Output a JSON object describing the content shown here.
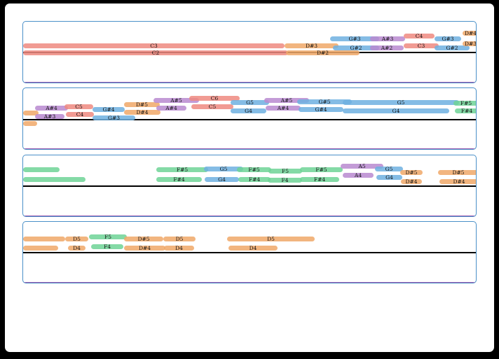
{
  "colors": {
    "C": "#ef8a80",
    "D": "#f0a868",
    "F": "#6fd496",
    "G": "#6fb0e0",
    "A": "#b88ad0",
    "frame_border": "#4a90c8",
    "staff_bottom": "#9a5bb0"
  },
  "staves": [
    {
      "notes": [
        {
          "pitch": "C3",
          "family": "C",
          "start": 0,
          "end": 373,
          "row": 0
        },
        {
          "pitch": "C2",
          "family": "C",
          "start": 0,
          "end": 378,
          "row": 1
        },
        {
          "pitch": "D#3",
          "family": "D",
          "start": 373,
          "end": 450,
          "row": 0
        },
        {
          "pitch": "D#2",
          "family": "D",
          "start": 375,
          "end": 480,
          "row": 1
        },
        {
          "pitch": "G#3",
          "family": "G",
          "start": 438,
          "end": 508,
          "row": -1
        },
        {
          "pitch": "G#2",
          "family": "G",
          "start": 442,
          "end": 508,
          "row": 0.3
        },
        {
          "pitch": "A#3",
          "family": "A",
          "start": 495,
          "end": 545,
          "row": -1
        },
        {
          "pitch": "A#2",
          "family": "A",
          "start": 495,
          "end": 543,
          "row": 0.3
        },
        {
          "pitch": "C4",
          "family": "C",
          "start": 543,
          "end": 587,
          "row": -1.4
        },
        {
          "pitch": "C3",
          "family": "C",
          "start": 543,
          "end": 593,
          "row": 0
        },
        {
          "pitch": "G#3",
          "family": "G",
          "start": 587,
          "end": 625,
          "row": -1
        },
        {
          "pitch": "G#2",
          "family": "G",
          "start": 587,
          "end": 637,
          "row": 0.3
        },
        {
          "pitch": "D#4",
          "family": "D",
          "start": 627,
          "end": 650,
          "row": -1.8
        },
        {
          "pitch": "D#3",
          "family": "D",
          "start": 627,
          "end": 650,
          "row": -0.3
        }
      ]
    },
    {
      "notes": [
        {
          "pitch": "",
          "family": "D",
          "start": 0,
          "end": 22,
          "row": 0
        },
        {
          "pitch": "",
          "family": "D",
          "start": 0,
          "end": 20,
          "row": 1.5
        },
        {
          "pitch": "A#4",
          "family": "A",
          "start": 17,
          "end": 64,
          "row": -0.7
        },
        {
          "pitch": "A#3",
          "family": "A",
          "start": 17,
          "end": 59,
          "row": 0.5
        },
        {
          "pitch": "C5",
          "family": "C",
          "start": 59,
          "end": 100,
          "row": -0.9
        },
        {
          "pitch": "C4",
          "family": "C",
          "start": 61,
          "end": 101,
          "row": 0.2
        },
        {
          "pitch": "G#4",
          "family": "G",
          "start": 99,
          "end": 145,
          "row": -0.5
        },
        {
          "pitch": "G#3",
          "family": "G",
          "start": 99,
          "end": 160,
          "row": 0.7
        },
        {
          "pitch": "D#5",
          "family": "D",
          "start": 144,
          "end": 195,
          "row": -1.2
        },
        {
          "pitch": "D#4",
          "family": "D",
          "start": 144,
          "end": 196,
          "row": -0.1
        },
        {
          "pitch": "A#5",
          "family": "A",
          "start": 186,
          "end": 251,
          "row": -1.8
        },
        {
          "pitch": "A#4",
          "family": "A",
          "start": 190,
          "end": 233,
          "row": -0.7
        },
        {
          "pitch": "C6",
          "family": "C",
          "start": 237,
          "end": 309,
          "row": -2.1
        },
        {
          "pitch": "C5",
          "family": "C",
          "start": 240,
          "end": 300,
          "row": -0.9
        },
        {
          "pitch": "G5",
          "family": "G",
          "start": 296,
          "end": 351,
          "row": -1.5
        },
        {
          "pitch": "G4",
          "family": "G",
          "start": 296,
          "end": 347,
          "row": -0.3
        },
        {
          "pitch": "A#5",
          "family": "A",
          "start": 344,
          "end": 408,
          "row": -1.8
        },
        {
          "pitch": "A#4",
          "family": "A",
          "start": 346,
          "end": 396,
          "row": -0.7
        },
        {
          "pitch": "G#5",
          "family": "G",
          "start": 391,
          "end": 469,
          "row": -1.6
        },
        {
          "pitch": "G#4",
          "family": "G",
          "start": 393,
          "end": 457,
          "row": -0.5
        },
        {
          "pitch": "G5",
          "family": "G",
          "start": 456,
          "end": 622,
          "row": -1.5
        },
        {
          "pitch": "G4",
          "family": "G",
          "start": 456,
          "end": 608,
          "row": -0.3
        },
        {
          "pitch": "F#5",
          "family": "F",
          "start": 614,
          "end": 650,
          "row": -1.4
        },
        {
          "pitch": "F#4",
          "family": "F",
          "start": 616,
          "end": 650,
          "row": -0.3
        }
      ]
    },
    {
      "notes": [
        {
          "pitch": "",
          "family": "F",
          "start": 0,
          "end": 52,
          "row": -1.4
        },
        {
          "pitch": "",
          "family": "F",
          "start": 0,
          "end": 89,
          "row": 0
        },
        {
          "pitch": "F#5",
          "family": "F",
          "start": 190,
          "end": 264,
          "row": -1.4
        },
        {
          "pitch": "F#4",
          "family": "F",
          "start": 190,
          "end": 255,
          "row": 0
        },
        {
          "pitch": "G5",
          "family": "G",
          "start": 258,
          "end": 314,
          "row": -1.5
        },
        {
          "pitch": "G4",
          "family": "G",
          "start": 259,
          "end": 308,
          "row": 0
        },
        {
          "pitch": "F#5",
          "family": "F",
          "start": 305,
          "end": 354,
          "row": -1.4
        },
        {
          "pitch": "F#4",
          "family": "F",
          "start": 307,
          "end": 353,
          "row": 0
        },
        {
          "pitch": "F5",
          "family": "F",
          "start": 350,
          "end": 398,
          "row": -1.2
        },
        {
          "pitch": "F4",
          "family": "F",
          "start": 349,
          "end": 398,
          "row": 0.1
        },
        {
          "pitch": "F#5",
          "family": "F",
          "start": 395,
          "end": 456,
          "row": -1.4
        },
        {
          "pitch": "F#4",
          "family": "F",
          "start": 395,
          "end": 451,
          "row": 0
        },
        {
          "pitch": "A5",
          "family": "A",
          "start": 453,
          "end": 514,
          "row": -1.9
        },
        {
          "pitch": "A4",
          "family": "A",
          "start": 456,
          "end": 500,
          "row": -0.6
        },
        {
          "pitch": "G5",
          "family": "G",
          "start": 502,
          "end": 542,
          "row": -1.5
        },
        {
          "pitch": "G4",
          "family": "G",
          "start": 504,
          "end": 541,
          "row": -0.3
        },
        {
          "pitch": "D#5",
          "family": "D",
          "start": 538,
          "end": 570,
          "row": -1
        },
        {
          "pitch": "D#4",
          "family": "D",
          "start": 539,
          "end": 569,
          "row": 0.3
        },
        {
          "pitch": "D#5",
          "family": "D",
          "start": 592,
          "end": 650,
          "row": -1
        },
        {
          "pitch": "D#4",
          "family": "D",
          "start": 594,
          "end": 650,
          "row": 0.3
        }
      ]
    },
    {
      "notes": [
        {
          "pitch": "",
          "family": "D",
          "start": 0,
          "end": 60,
          "row": -1
        },
        {
          "pitch": "",
          "family": "D",
          "start": 0,
          "end": 50,
          "row": 0.3
        },
        {
          "pitch": "D5",
          "family": "D",
          "start": 60,
          "end": 93,
          "row": -1
        },
        {
          "pitch": "D4",
          "family": "D",
          "start": 64,
          "end": 89,
          "row": 0.3
        },
        {
          "pitch": "F5",
          "family": "F",
          "start": 94,
          "end": 148,
          "row": -1.3
        },
        {
          "pitch": "F4",
          "family": "F",
          "start": 97,
          "end": 143,
          "row": 0.1
        },
        {
          "pitch": "D#5",
          "family": "D",
          "start": 144,
          "end": 200,
          "row": -1
        },
        {
          "pitch": "D#4",
          "family": "D",
          "start": 144,
          "end": 203,
          "row": 0.3
        },
        {
          "pitch": "D5",
          "family": "D",
          "start": 200,
          "end": 246,
          "row": -1
        },
        {
          "pitch": "D4",
          "family": "D",
          "start": 201,
          "end": 244,
          "row": 0.3
        },
        {
          "pitch": "D5",
          "family": "D",
          "start": 291,
          "end": 416,
          "row": -1
        },
        {
          "pitch": "D4",
          "family": "D",
          "start": 293,
          "end": 363,
          "row": 0.3
        }
      ]
    }
  ]
}
